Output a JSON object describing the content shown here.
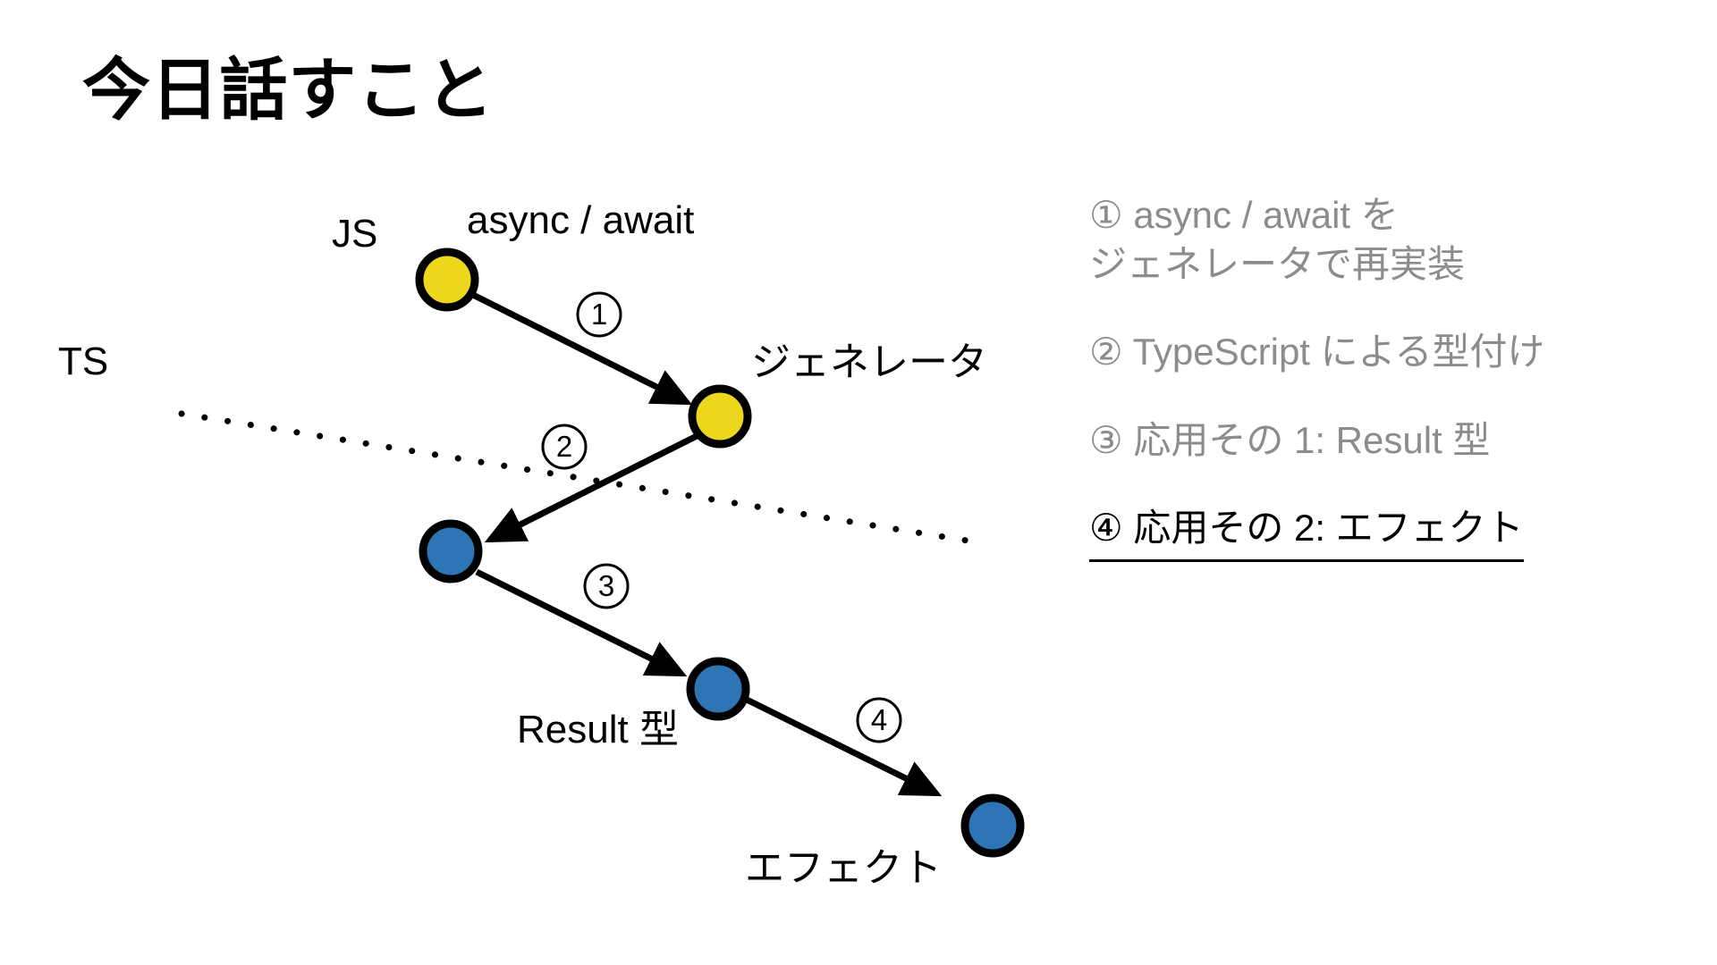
{
  "slide": {
    "title": "今日話すこと",
    "background_color": "#ffffff",
    "text_color": "#000000",
    "muted_text_color": "#8c8c8c"
  },
  "diagram": {
    "node_colors": {
      "js": "#EDD71D",
      "ts": "#2E75B6",
      "outline": "#000000"
    },
    "layer_labels": [
      {
        "id": "js",
        "text": "JS"
      },
      {
        "id": "ts",
        "text": "TS"
      }
    ],
    "nodes": [
      {
        "id": "async-await",
        "label": "async / await",
        "color_group": "js"
      },
      {
        "id": "generator",
        "label": "ジェネレータ",
        "color_group": "js"
      },
      {
        "id": "typescript-generator",
        "label": "",
        "color_group": "ts"
      },
      {
        "id": "result-type",
        "label": "Result 型",
        "color_group": "ts"
      },
      {
        "id": "effect",
        "label": "エフェクト",
        "color_group": "ts"
      }
    ],
    "edges": [
      {
        "id": "edge-1",
        "marker": "①",
        "from": "async-await",
        "to": "generator"
      },
      {
        "id": "edge-2",
        "marker": "②",
        "from": "generator",
        "to": "typescript-generator"
      },
      {
        "id": "edge-3",
        "marker": "③",
        "from": "typescript-generator",
        "to": "result-type"
      },
      {
        "id": "edge-4",
        "marker": "④",
        "from": "result-type",
        "to": "effect"
      }
    ],
    "boundary": {
      "id": "js-ts-boundary",
      "style": "dotted"
    }
  },
  "agenda": {
    "items": [
      {
        "marker": "①",
        "text": "① async / await を\n   ジェネレータで再実装",
        "active": false
      },
      {
        "marker": "②",
        "text": "② TypeScript による型付け",
        "active": false
      },
      {
        "marker": "③",
        "text": "③ 応用その 1: Result 型",
        "active": false
      },
      {
        "marker": "④",
        "text": "④ 応用その 2: エフェクト",
        "active": true
      }
    ]
  }
}
